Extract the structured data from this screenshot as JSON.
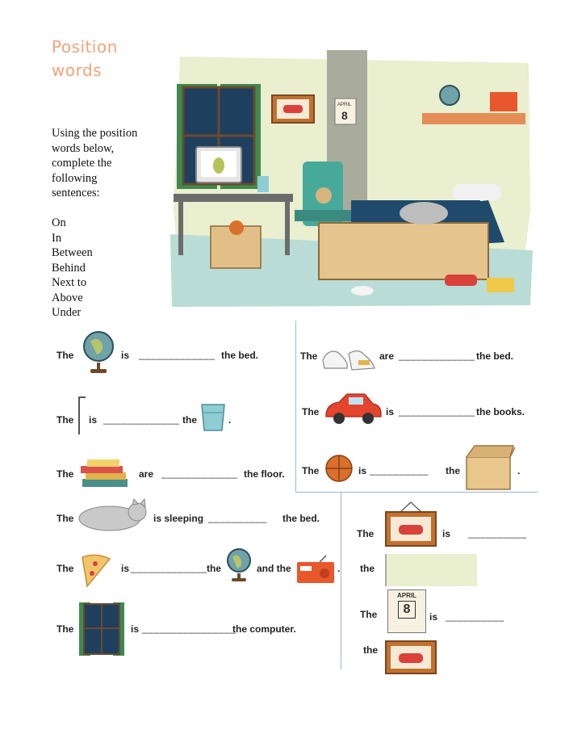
{
  "title": {
    "line1": "Position",
    "line2": "words"
  },
  "instructions": [
    "Using the position",
    "words below,",
    "complete the",
    "following",
    "sentences:"
  ],
  "position_words": [
    "On",
    "In",
    "Between",
    "Behind",
    "Next to",
    "Above",
    "Under"
  ],
  "blank": "_____________",
  "blank_short": "__________",
  "blank_long": "________________",
  "sentences": {
    "s1": {
      "the": "The",
      "verb": "is",
      "end": "the bed."
    },
    "s2": {
      "the": "The",
      "verb": "is",
      "the2": "the",
      "end": "."
    },
    "s3": {
      "the": "The",
      "verb": "are",
      "end": "the floor."
    },
    "s4": {
      "the": "The",
      "verb": "is sleeping",
      "end": "the bed."
    },
    "s5": {
      "the": "The",
      "verb": "is",
      "the2": "the",
      "and": "and the",
      "end": "."
    },
    "s6": {
      "the": "The",
      "verb": "is",
      "end": "the computer."
    },
    "s7": {
      "the": "The",
      "verb": "are",
      "end": "the bed."
    },
    "s8": {
      "the": "The",
      "verb": "is",
      "end": "the books."
    },
    "s9": {
      "the": "The",
      "verb": "is",
      "the2": "the",
      "end": "."
    },
    "s10": {
      "the": "The",
      "verb": "is",
      "the2": "the"
    },
    "s11": {
      "the": "The",
      "verb": "is",
      "the2": "the"
    }
  },
  "calendar": {
    "month": "APRIL",
    "day": "8"
  },
  "colors": {
    "title": "#f2a37a",
    "wall": "#e9efcf",
    "floor": "#b9dcd6",
    "bedspread": "#1f4a6b",
    "shelf": "#e58d56",
    "radio": "#e9572c"
  }
}
